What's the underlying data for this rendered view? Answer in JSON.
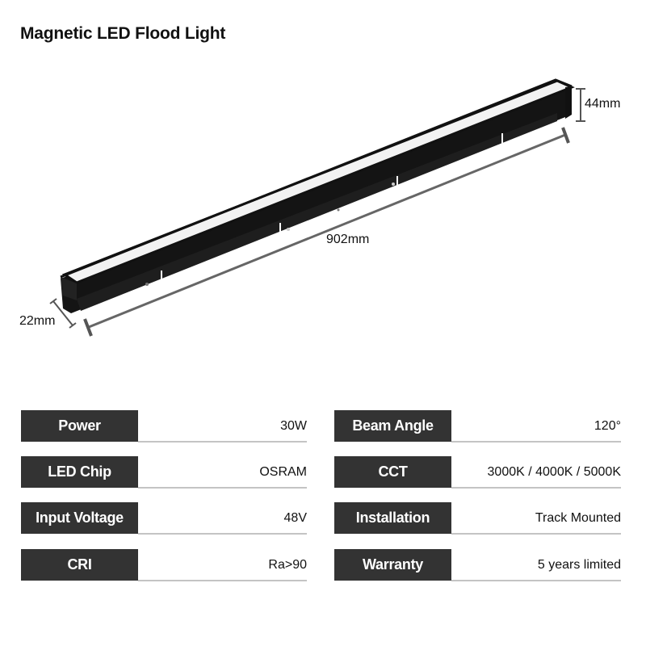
{
  "title": "Magnetic LED Flood Light",
  "product_image": {
    "icon": "linear-led-bar-icon",
    "dimensions": {
      "height": "44mm",
      "length": "902mm",
      "width": "22mm"
    }
  },
  "colors": {
    "label_bg": "#333333",
    "label_text": "#ffffff",
    "divider": "#c4c4c4",
    "body": "#1a1a1a",
    "dimension_line": "#666666"
  },
  "specs": {
    "left": [
      {
        "label": "Power",
        "value": "30W"
      },
      {
        "label": "LED Chip",
        "value": "OSRAM"
      },
      {
        "label": "Input Voltage",
        "value": "48V"
      },
      {
        "label": "CRI",
        "value": "Ra>90"
      }
    ],
    "right": [
      {
        "label": "Beam Angle",
        "value": "120°"
      },
      {
        "label": "CCT",
        "value": "3000K / 4000K / 5000K"
      },
      {
        "label": "Installation",
        "value": "Track Mounted"
      },
      {
        "label": "Warranty",
        "value": "5 years limited"
      }
    ]
  }
}
